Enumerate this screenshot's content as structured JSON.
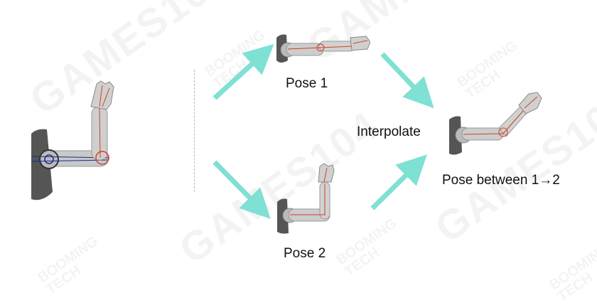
{
  "labels": {
    "pose1": "Pose 1",
    "pose2": "Pose 2",
    "interpolate": "Interpolate",
    "pose_between": "Pose between 1→2"
  },
  "watermark": {
    "brand": "GAMES104",
    "company_line1": "BOOMING",
    "company_line2": "TECH"
  },
  "colors": {
    "arrow": "#7fe0d4",
    "bone": "#d04020",
    "skin": "#c8c8c8"
  }
}
